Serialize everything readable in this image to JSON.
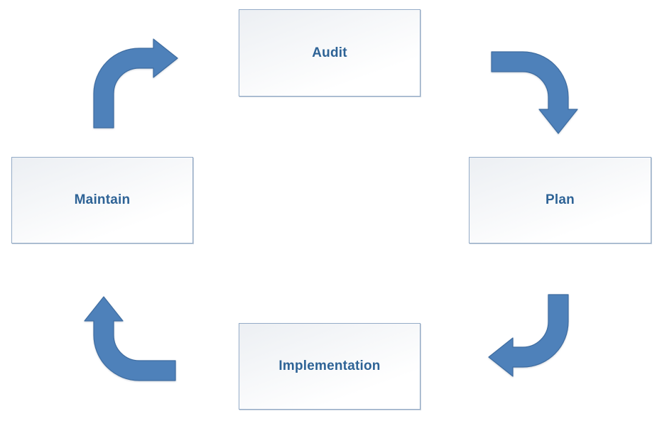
{
  "diagram": {
    "type": "cycle",
    "nodes": [
      {
        "id": "audit",
        "label": "Audit"
      },
      {
        "id": "plan",
        "label": "Plan"
      },
      {
        "id": "implementation",
        "label": "Implementation"
      },
      {
        "id": "maintain",
        "label": "Maintain"
      }
    ],
    "flow_order": [
      "Audit",
      "Plan",
      "Implementation",
      "Maintain"
    ],
    "colors": {
      "arrow_fill": "#4E81BA",
      "arrow_stroke": "#3E6CA0",
      "box_border": "#94ABC7",
      "box_bg_start": "#ECEFF3",
      "box_bg_end": "#FFFFFF",
      "label_color": "#2E6396",
      "canvas_bg": "#FFFFFF"
    }
  }
}
